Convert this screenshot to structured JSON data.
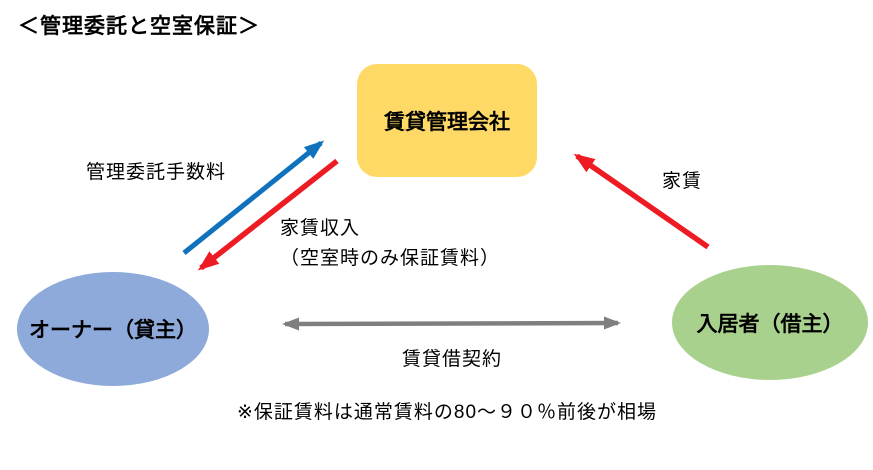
{
  "title": "＜管理委託と空室保証＞",
  "nodes": {
    "management_company": {
      "label": "賃貸管理会社",
      "fill": "#FFD966"
    },
    "owner": {
      "label": "オーナー（貸主）",
      "fill": "#8EAADB"
    },
    "tenant": {
      "label": "入居者（借主）",
      "fill": "#A9D18E"
    }
  },
  "edges": {
    "management_fee": {
      "label": "管理委託手数料",
      "from": "owner",
      "to": "management_company",
      "color": "#1072BC"
    },
    "rent_income": {
      "label_line1": "家賃収入",
      "label_line2": "（空室時のみ保証賃料）",
      "from": "management_company",
      "to": "owner",
      "color": "#ED1C24"
    },
    "rent": {
      "label": "家賃",
      "from": "tenant",
      "to": "management_company",
      "color": "#ED1C24"
    },
    "lease_contract": {
      "label": "賃貸借契約",
      "from": "owner",
      "to": "tenant",
      "color": "#7F7F7F",
      "bidirectional": true
    }
  },
  "note": "※保証賃料は通常賃料の80～９０％前後が相場",
  "colors": {
    "blue_arrow": "#1072BC",
    "red_arrow": "#ED1C24",
    "gray_arrow": "#7F7F7F",
    "box_fill": "#FFD966",
    "owner_fill": "#8EAADB",
    "tenant_fill": "#A9D18E"
  }
}
